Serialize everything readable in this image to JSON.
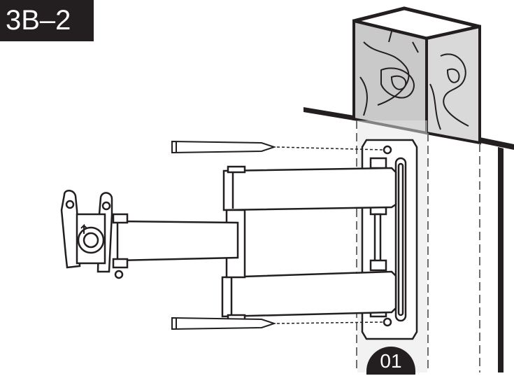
{
  "step": {
    "label": "3B–2"
  },
  "callout": {
    "part_number": "01"
  },
  "colors": {
    "ink": "#231f20",
    "wood": "#c9c9c9",
    "paper": "#ffffff"
  },
  "icons": [
    "lag-bolt-icon",
    "up-arrow-icon",
    "wood-grain-texture"
  ]
}
